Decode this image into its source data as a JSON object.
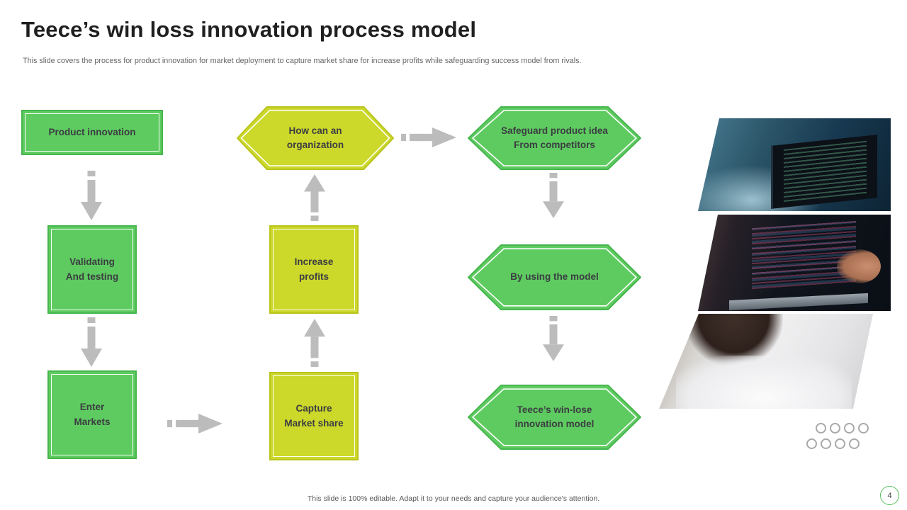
{
  "slide": {
    "title": "Teece’s win loss innovation process model",
    "subtitle": "This slide covers the process for product innovation for market deployment to capture market share for increase profits while safeguarding success model from rivals.",
    "footer": "This slide is 100% editable. Adapt it to your needs and capture your audience's attention.",
    "page_number": "4"
  },
  "nodes": {
    "product_innovation": "Product innovation",
    "validating_testing": "Validating\nAnd testing",
    "enter_markets": "Enter\nMarkets",
    "how_can_org": "How can an\norganization",
    "increase_profits": "Increase\nprofits",
    "capture_market_share": "Capture\nMarket share",
    "safeguard_idea": "Safeguard product idea\nFrom competitors",
    "by_using_model": "By using the model",
    "teece_model": "Teece’s win-lose\ninnovation model"
  },
  "icons": {
    "flow_arrows": [
      "striped-down-arrow",
      "striped-up-arrow",
      "striped-right-arrow"
    ],
    "decorative": "outlined-circle-grid"
  },
  "colors": {
    "green_fill": "#5ecb60",
    "green_border": "#47b64e",
    "yellow_fill": "#ccd82a",
    "yellow_border": "#b9c41e",
    "arrow_gray": "#bcbcbc",
    "text_dark": "#3b3d42"
  }
}
